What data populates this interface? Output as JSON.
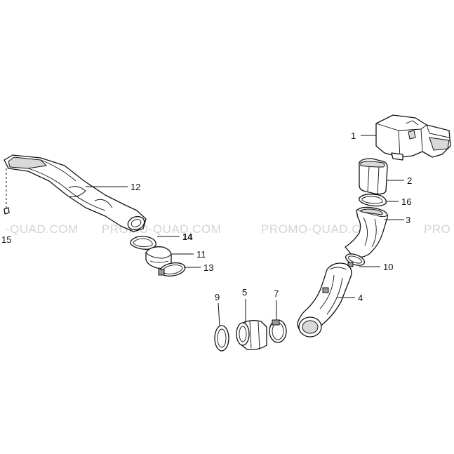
{
  "watermarks": [
    "-QUAD.COM",
    "PROMO-QUAD.COM",
    "PROMO-QUAD.COM",
    "PRO"
  ],
  "parts": [
    {
      "id": "1",
      "label": "1"
    },
    {
      "id": "2",
      "label": "2"
    },
    {
      "id": "3",
      "label": "3"
    },
    {
      "id": "4",
      "label": "4"
    },
    {
      "id": "5",
      "label": "5"
    },
    {
      "id": "7",
      "label": "7"
    },
    {
      "id": "9",
      "label": "9"
    },
    {
      "id": "10",
      "label": "10"
    },
    {
      "id": "11",
      "label": "11"
    },
    {
      "id": "12",
      "label": "12"
    },
    {
      "id": "13",
      "label": "13"
    },
    {
      "id": "14",
      "label": "14"
    },
    {
      "id": "15",
      "label": "15"
    },
    {
      "id": "16",
      "label": "16"
    }
  ]
}
